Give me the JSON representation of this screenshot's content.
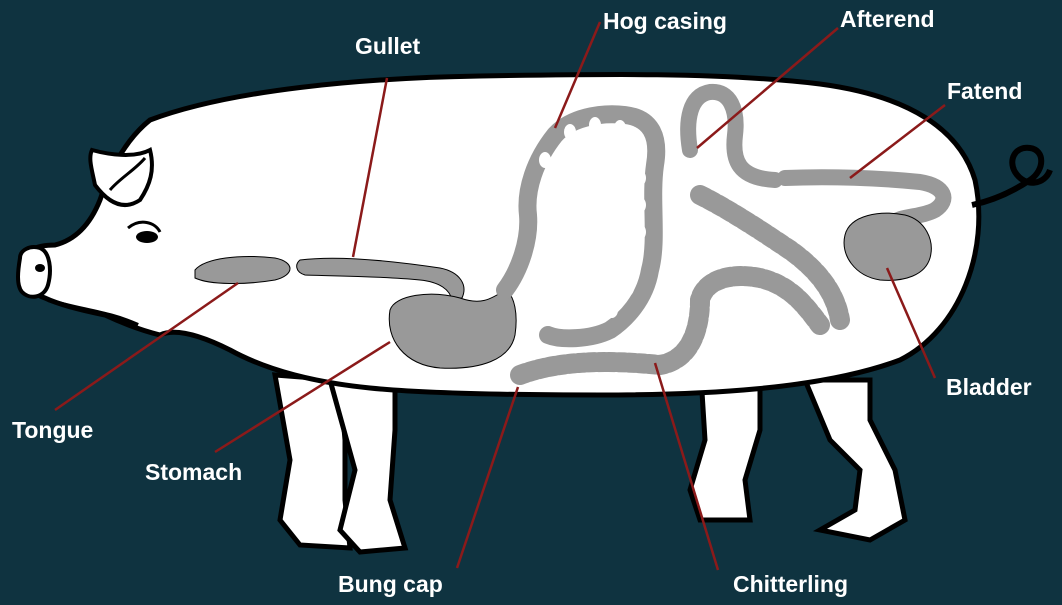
{
  "colors": {
    "background": "#0f3340",
    "body": "#ffffff",
    "outline": "#000000",
    "organ": "#999999",
    "leader": "#8b1a1a",
    "label": "#ffffff"
  },
  "labels": {
    "gullet": "Gullet",
    "hog_casing": "Hog casing",
    "afterend": "Afterend",
    "fatend": "Fatend",
    "tongue": "Tongue",
    "stomach": "Stomach",
    "bladder": "Bladder",
    "bung_cap": "Bung cap",
    "chitterling": "Chitterling"
  }
}
